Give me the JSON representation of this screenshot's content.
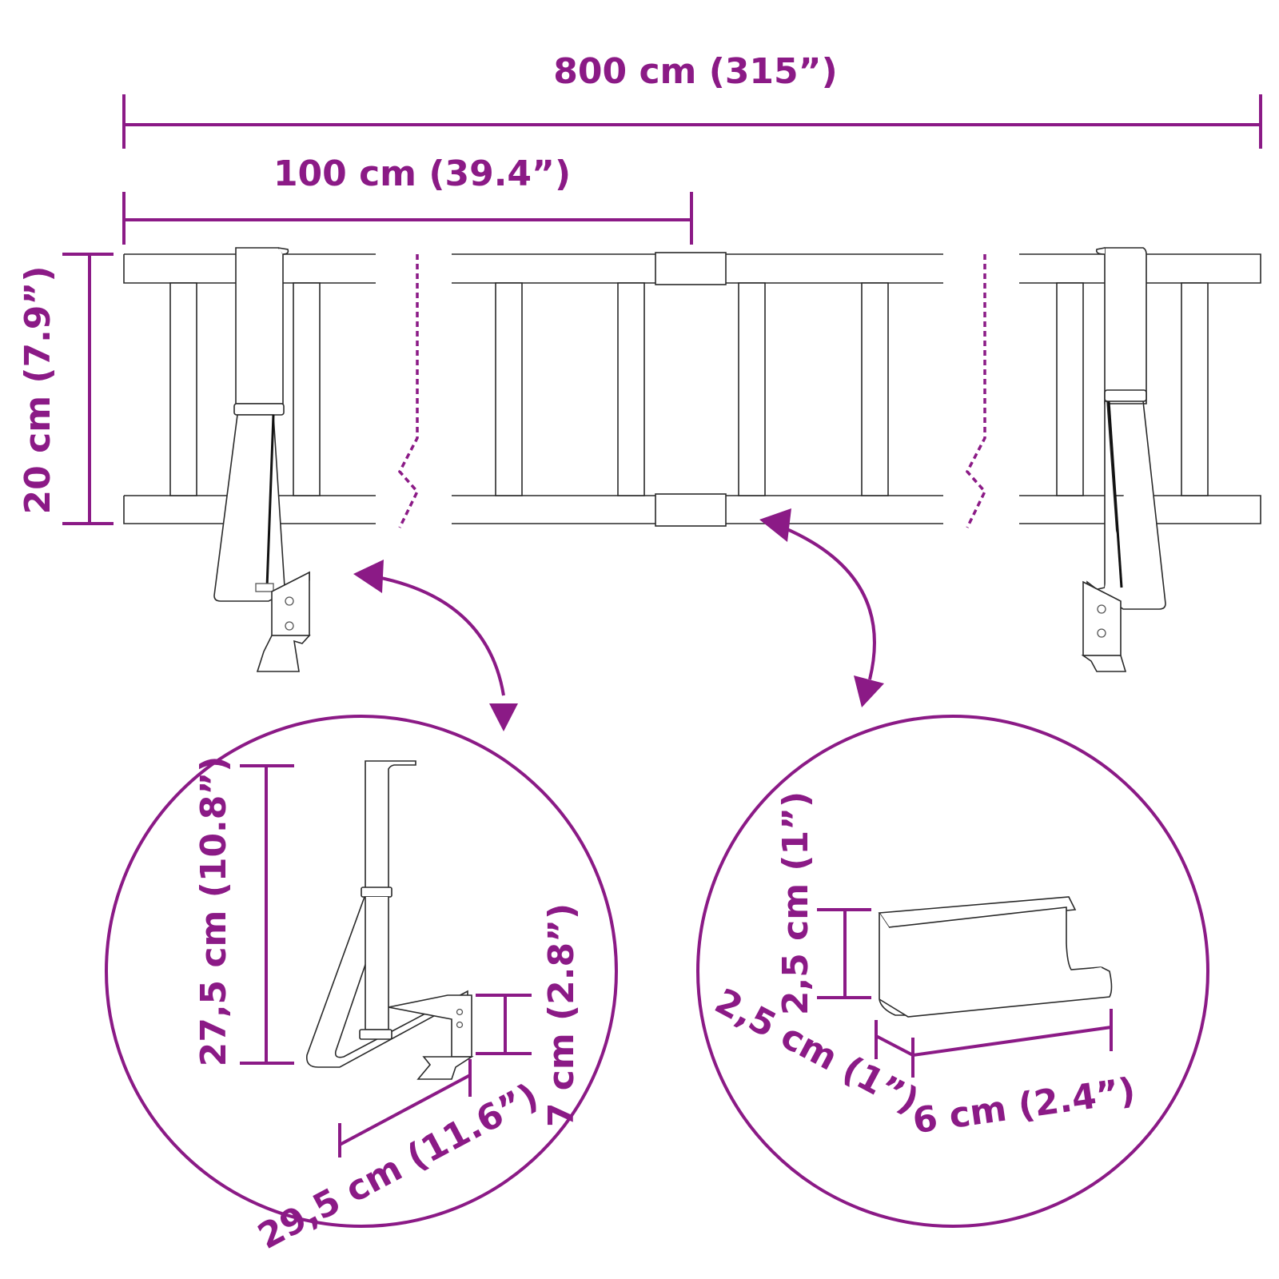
{
  "diagram": {
    "title": "Balcony planter railing bracket dimensions",
    "accent_color": "#8b1a86",
    "line_color": "#2a2a2a",
    "dimensions": {
      "total_length": "800 cm (315”)",
      "section_length": "100 cm (39.4”)",
      "railing_height": "20 cm (7.9”)"
    },
    "detail_bracket": {
      "height": "27,5 cm (10.8”)",
      "depth": "29,5 cm (11.6”)",
      "lip_height": "7 cm (2.8”)"
    },
    "detail_connector": {
      "height": "2,5 cm (1”)",
      "depth": "2,5 cm (1”)",
      "length": "6 cm (2.4”)"
    }
  }
}
